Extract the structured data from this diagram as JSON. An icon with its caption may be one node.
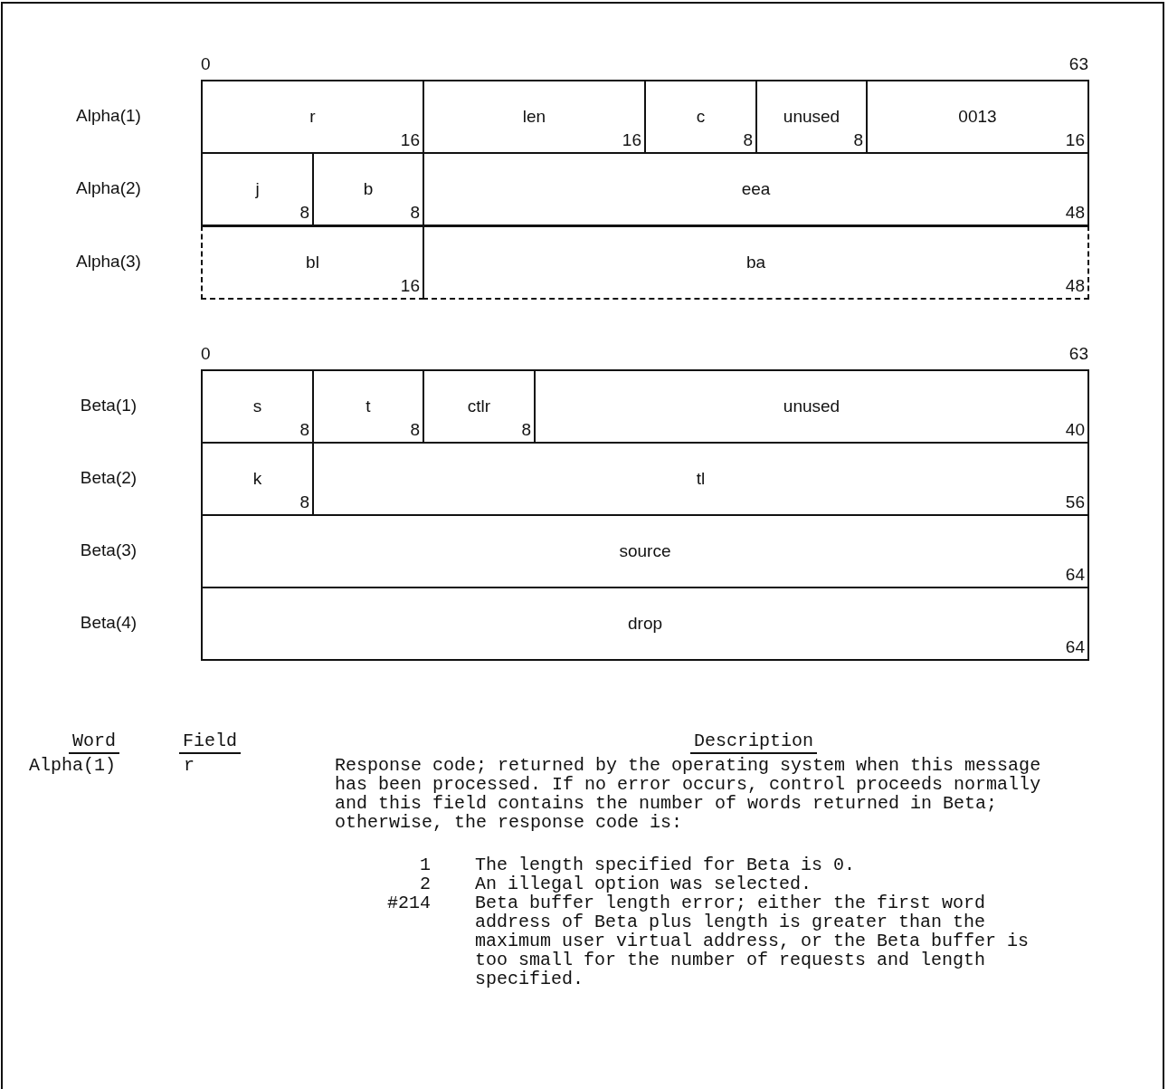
{
  "diagram": {
    "nodes": [
      {
        "text": [
          "r",
          "16"
        ]
      },
      {
        "text": [
          "len",
          "16"
        ]
      },
      {
        "text": [
          "c",
          "8"
        ]
      },
      {
        "text": [
          "unused",
          "8"
        ]
      },
      {
        "text": [
          "0013",
          "16"
        ]
      },
      {
        "text": [
          "j",
          "8"
        ]
      },
      {
        "text": [
          "b",
          "8"
        ]
      },
      {
        "text": [
          "eea",
          "48"
        ]
      },
      {
        "text": [
          "bl",
          "16"
        ]
      },
      {
        "text": [
          "ba",
          "48"
        ]
      },
      {
        "text": [
          "s",
          "8"
        ]
      },
      {
        "text": [
          "t",
          "8"
        ]
      },
      {
        "text": [
          "ctlr",
          "8"
        ]
      },
      {
        "text": [
          "unused",
          "40"
        ]
      },
      {
        "text": [
          "k",
          "8"
        ]
      },
      {
        "text": [
          "tl",
          "56"
        ]
      },
      {
        "text": [
          "source",
          "64"
        ]
      },
      {
        "text": [
          "drop",
          "64"
        ]
      }
    ],
    "labels": [
      "0",
      "63",
      "Alpha(1)",
      "Alpha(2)",
      "Alpha(3)",
      "0",
      "63",
      "Beta(1)",
      "Beta(2)",
      "Beta(3)",
      "Beta(4)",
      "Word",
      "Field",
      "Description",
      "Alpha(1)",
      "r",
      "Response code; returned by the operating system when this message has been processed. If no error occurs, control proceeds normally and this field contains the number of words returned in Beta; otherwise, the response code is:",
      "1",
      "The length specified for Beta is 0.",
      "2",
      "An illegal option was selected.",
      "#214",
      "Beta buffer length error; either the first word address of Beta plus length is greater than the maximum user virtual address, or the Beta buffer is too small for the number of requests and length specified."
    ]
  }
}
